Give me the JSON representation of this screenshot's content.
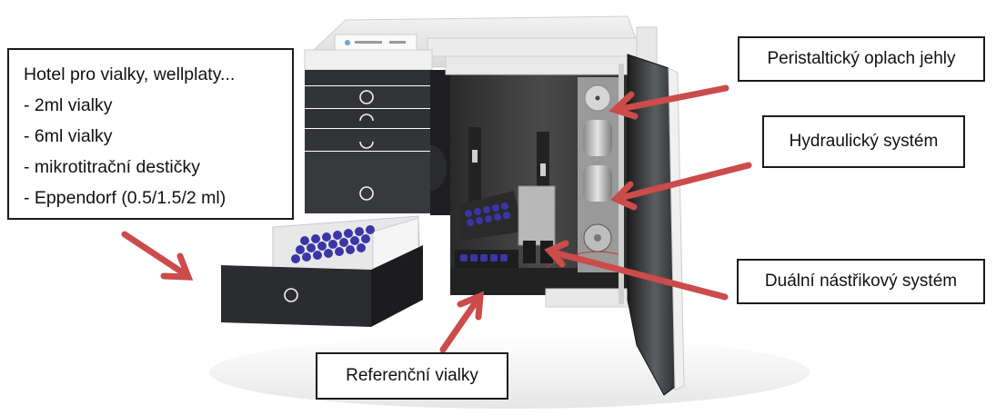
{
  "figure": {
    "subject": "autosampler instrument with open door and pulled-out drawer",
    "arrow_color": "#cc4b4b",
    "box_border_color": "#1a1a1a"
  },
  "callouts": {
    "hotel": {
      "title": "Hotel pro vialky, wellplaty...",
      "items": [
        "- 2ml vialky",
        "- 6ml vialky",
        "- mikrotitrační destičky",
        "- Eppendorf (0.5/1.5/2 ml)"
      ]
    },
    "peristaltic": {
      "label": "Peristaltický oplach jehly"
    },
    "hydraulic": {
      "label": "Hydraulický systém"
    },
    "dual_injection": {
      "label": "Duální nástřikový systém"
    },
    "reference_vials": {
      "label": "Referenční vialky"
    }
  }
}
